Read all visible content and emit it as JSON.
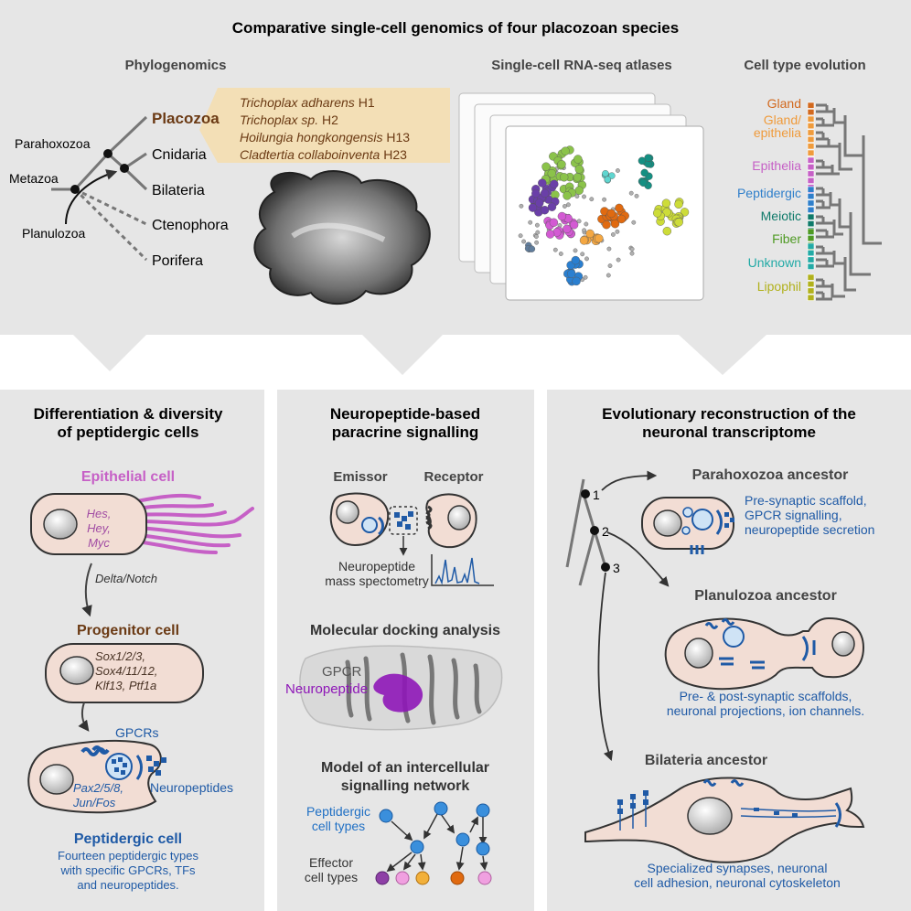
{
  "title": "Comparative single-cell genomics of four placozoan species",
  "colors": {
    "panel_bg": "#e6e6e6",
    "cell_fill": "#f2ddd4",
    "peptidergic_blue": "#1f5aa6",
    "epithelia_pink": "#c660c6",
    "placozoa_brown": "#6b3a14",
    "placozoa_band": "#f3dfb6"
  },
  "top": {
    "phylo": {
      "heading": "Phylogenomics",
      "nodes": {
        "parahoxozoa": "Parahoxozoa",
        "metazoa": "Metazoa",
        "planulozoa": "Planulozoa"
      },
      "taxa": {
        "placozoa": "Placozoa",
        "cnidaria": "Cnidaria",
        "bilateria": "Bilateria",
        "ctenophora": "Ctenophora",
        "porifera": "Porifera"
      },
      "species": [
        {
          "name": "Trichoplax adharens",
          "strain": " H1"
        },
        {
          "name": "Trichoplax sp.",
          "strain": " H2"
        },
        {
          "name": "Hoilungia hongkongensis",
          "strain": " H13"
        },
        {
          "name": "Cladtertia collaboinventa",
          "strain": " H23"
        }
      ]
    },
    "atlas": {
      "heading": "Single-cell RNA-seq atlases"
    },
    "evolution": {
      "heading": "Cell type evolution",
      "labels": [
        {
          "text": "Gland",
          "color": "#d2691e"
        },
        {
          "text": "Gland/",
          "color": "#ef9b3c"
        },
        {
          "text": "epithelia",
          "color": "#ef9b3c"
        },
        {
          "text": "Epithelia",
          "color": "#c660c6"
        },
        {
          "text": "Peptidergic",
          "color": "#2f7fcb"
        },
        {
          "text": "Meiotic",
          "color": "#0f7a6a"
        },
        {
          "text": "Fiber",
          "color": "#4f9a24"
        },
        {
          "text": "Unknown",
          "color": "#22aaa6"
        },
        {
          "text": "Lipophil",
          "color": "#b1b11c"
        }
      ]
    }
  },
  "left_panel": {
    "heading_line1": "Differentiation & diversity",
    "heading_line2": "of peptidergic cells",
    "epithelial_title": "Epithelial cell",
    "epithelial_genes": [
      "Hes,",
      "Hey,",
      "Myc"
    ],
    "delta_notch": "Delta/Notch",
    "progenitor_title": "Progenitor cell",
    "progenitor_genes": [
      "Sox1/2/3,",
      "Sox4/11/12,",
      "Klf13, Ptf1a"
    ],
    "gpcrs": "GPCRs",
    "neuropeptides": "Neuropeptides",
    "peptidergic_genes": [
      "Pax2/5/8,",
      "Jun/Fos"
    ],
    "peptidergic_title": "Peptidergic cell",
    "peptidergic_desc": [
      "Fourteen peptidergic types",
      "with specific GPCRs, TFs",
      "and neuropeptides."
    ]
  },
  "middle_panel": {
    "heading_line1": "Neuropeptide-based",
    "heading_line2": "paracrine signalling",
    "emissor": "Emissor",
    "receptor": "Receptor",
    "ms_line1": "Neuropeptide",
    "ms_line2": "mass spectometry",
    "docking_heading": "Molecular docking analysis",
    "gpcr": "GPCR",
    "neuropeptide": "Neuropeptide",
    "network_heading_line1": "Model of an intercellular",
    "network_heading_line2": "signalling network",
    "peptidergic_types_line1": "Peptidergic",
    "peptidergic_types_line2": "cell types",
    "effector_line1": "Effector",
    "effector_line2": "cell types"
  },
  "right_panel": {
    "heading_line1": "Evolutionary reconstruction of the",
    "heading_line2": "neuronal transcriptome",
    "node1": "1",
    "node2": "2",
    "node3": "3",
    "parahoxozoa_ancestor": "Parahoxozoa ancestor",
    "parahoxozoa_desc": [
      "Pre-synaptic scaffold,",
      "GPCR signalling,",
      "neuropeptide secretion"
    ],
    "planulozoa_ancestor": "Planulozoa ancestor",
    "planulozoa_desc": [
      "Pre- & post-synaptic scaffolds,",
      "neuronal projections, ion channels."
    ],
    "bilateria_ancestor": "Bilateria ancestor",
    "bilateria_desc": [
      "Specialized synapses, neuronal",
      "cell adhesion, neuronal cytoskeleton"
    ]
  }
}
